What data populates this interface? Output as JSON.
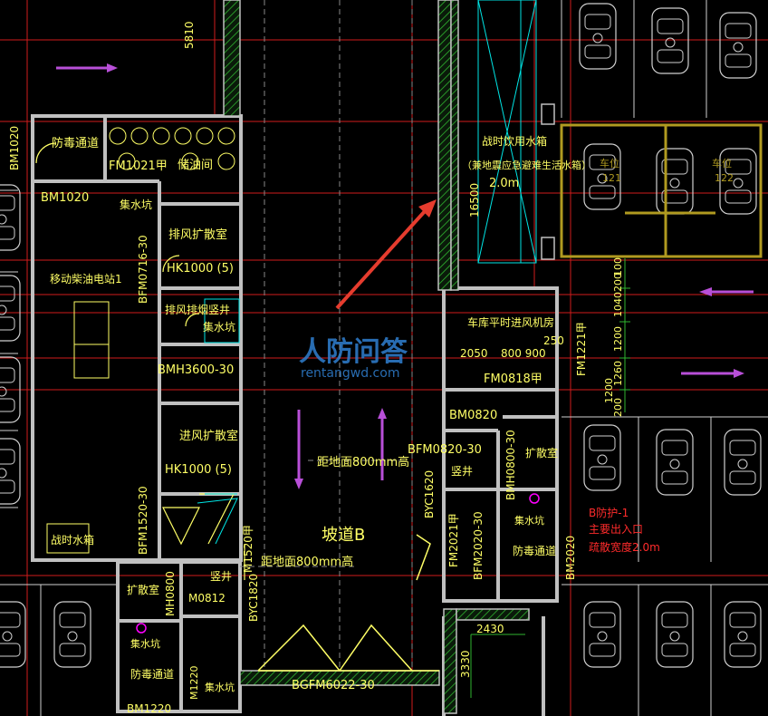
{
  "rooms": {
    "gas_lock_top": "防毒通道",
    "oil_storage": "储油间",
    "fm1021": "FM1021甲",
    "sump_top": "集水坑",
    "bm1020_top": "BM1020",
    "bm1020": "BM1020",
    "generator": "移动柴油电站1",
    "exhaust_diffuser": "排风扩散室",
    "bfm0716": "BFM0716-30",
    "hk1000_top": "HK1000 (5)",
    "exhaust_shaft": "排风排烟竖井",
    "sump_mid": "集水坑",
    "bmh3600": "BMH3600-30",
    "intake_diffuser": "进风扩散室",
    "hk1000_bottom": "HK1000 (5)",
    "bfm1520": "BFM1520-30",
    "m1520": "M1520甲",
    "water_tank_left": "战时水箱",
    "diffuser_small": "扩散室",
    "mh0800": "MH0800",
    "m0812": "M0812",
    "shaft_left": "竖井",
    "byc1820": "BYC1820",
    "sump_bl": "集水坑",
    "gas_lock_bl": "防毒通道",
    "bm1220": "BM1220",
    "sump_b2": "集水坑",
    "m1220": "M1220"
  },
  "ramp": {
    "label": "坡道B",
    "height_note_1": "距地面800mm高",
    "height_note_2": "距地面800mm高",
    "gate": "BGFM6022-30"
  },
  "right_block": {
    "water_tank_title": "战时饮用水箱",
    "water_tank_sub": "（兼地震应急避难生活水箱）",
    "water_tank_size": "2.0m",
    "dim_16500": "16500",
    "dim_5810": "5810",
    "intake_room": "车库平时进风机房",
    "dim_2050": "2050",
    "dim_800900": "800 900",
    "fm0818": "FM0818甲",
    "bm0820": "BM0820",
    "bfm0820": "BFM0820-30",
    "bmh0800": "BMH0800-30",
    "diffuser_right": "扩散室",
    "shaft_right": "竖井",
    "byc1620": "BYC1620",
    "fm2021": "FM2021甲",
    "bfm2020": "BFM2020-30",
    "gas_lock_r": "防毒通道",
    "sump_r": "集水坑",
    "bm2020": "BM2020",
    "fm1221": "FM1221甲",
    "dim_250": "250",
    "dim_2430": "2430",
    "dim_3330": "3330",
    "dims_vertical": [
      "200",
      "1040",
      "1200",
      "1260",
      "1200",
      "200",
      "100"
    ],
    "exit_title": "B防护-1",
    "exit_sub": "主要出入口",
    "exit_width": "疏散宽度2.0m",
    "stall_1": "车位",
    "stall_1_no": "121",
    "stall_2": "车位",
    "stall_2_no": "122"
  },
  "watermark": {
    "main": "人防问答",
    "sub": "rentangwd.com"
  },
  "colors": {
    "background": "#000000",
    "wall": "#c0c0c0",
    "hatch": "#2fb52f",
    "text": "#ffff66",
    "cyan": "#00e5e5",
    "grid_red": "#d11c1c",
    "arrow_red": "#e63c2e",
    "purple": "#b84fd8",
    "stall_outline": "#d0d0d0",
    "stall_gold": "#b09a20",
    "magenta": "#ff00ff",
    "watermark_blue": "#2f7fd0"
  },
  "icons": [
    "red-pointer-arrow",
    "purple-direction-arrow",
    "car-icon",
    "door-swing-arc"
  ]
}
